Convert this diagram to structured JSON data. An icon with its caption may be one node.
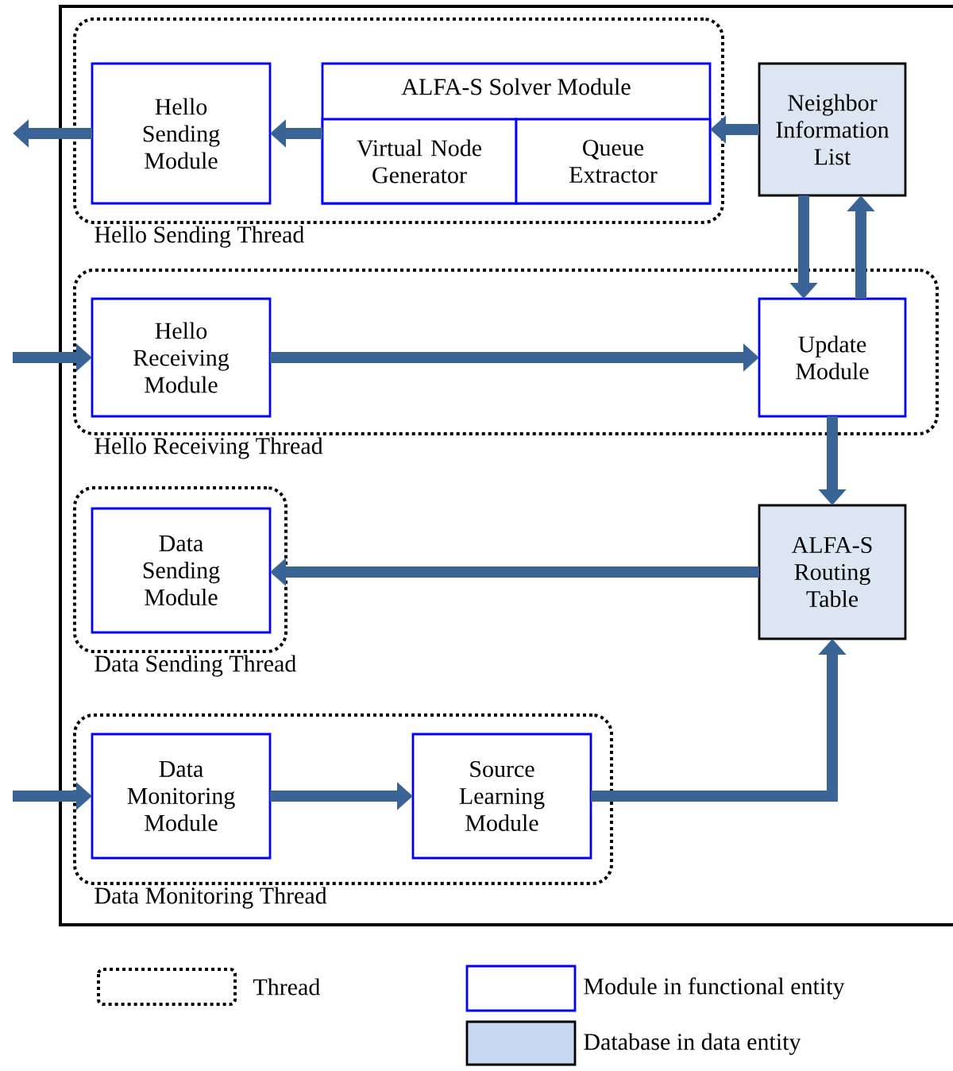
{
  "diagram": {
    "nodes": [
      {
        "text": [
          "Hello Sending Thread"
        ]
      },
      {
        "text": [
          "Hello Sending Module"
        ],
        "in": 0
      },
      {
        "text": [
          "ALFA-S Solver Module"
        ],
        "in": 0
      },
      {
        "text": [
          "Virtual Node Generator"
        ],
        "in": 2
      },
      {
        "text": [
          "Queue Extractor"
        ],
        "in": 2
      },
      {
        "text": [
          "Neighbor Information List"
        ]
      },
      {
        "text": [
          "Hello Receiving Thread"
        ]
      },
      {
        "text": [
          "Hello Receiving Module"
        ],
        "in": 6
      },
      {
        "text": [
          "Update Module"
        ],
        "in": 6
      },
      {
        "text": [
          "ALFA-S Routing Table"
        ]
      },
      {
        "text": [
          "Data Sending Thread"
        ]
      },
      {
        "text": [
          "Data Sending Module"
        ],
        "in": 10
      },
      {
        "text": [
          "Data Monitoring Thread"
        ]
      },
      {
        "text": [
          "Data Monitoring Module"
        ],
        "in": 12
      },
      {
        "text": [
          "Source Learning Module"
        ],
        "in": 12
      }
    ],
    "edges": [
      {
        "from": 1,
        "to": null,
        "arrow": "to"
      },
      {
        "from": 2,
        "to": 1,
        "arrow": "to"
      },
      {
        "from": 5,
        "to": 2,
        "arrow": "to"
      },
      {
        "from": 5,
        "to": 8,
        "arrow": "to"
      },
      {
        "from": 8,
        "to": 5,
        "arrow": "to"
      },
      {
        "from": null,
        "to": 7,
        "arrow": "to"
      },
      {
        "from": 7,
        "to": 8,
        "arrow": "to"
      },
      {
        "from": 8,
        "to": 9,
        "arrow": "to"
      },
      {
        "from": 9,
        "to": 11,
        "arrow": "to"
      },
      {
        "from": null,
        "to": 13,
        "arrow": "to"
      },
      {
        "from": 13,
        "to": 14,
        "arrow": "to"
      },
      {
        "from": 14,
        "to": 9,
        "arrow": "to"
      }
    ],
    "legend": [
      {
        "text": "Thread"
      },
      {
        "text": "Module in functional entity"
      },
      {
        "text": "Database in data entity",
        "color": "#c6d9f0"
      }
    ]
  }
}
